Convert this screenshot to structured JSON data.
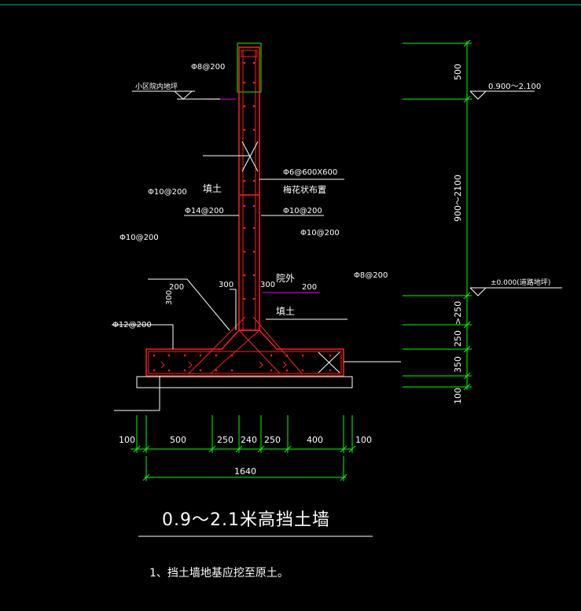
{
  "drawing": {
    "title": "0.9～2.1米高挡土墙",
    "note": "1、挡土墙地基应挖至原土。",
    "labels": {
      "top_rebar": "Φ8@200",
      "ground_inside": "小区院内地坪",
      "fill_left": "填土",
      "mesh": "Φ6@600X600",
      "mesh_note": "梅花状布置",
      "rebar_l1": "Φ10@200",
      "rebar_l2": "Φ14@200",
      "rebar_r1": "Φ10@200",
      "rebar_r2": "Φ10@200",
      "rebar_l3": "Φ10@200",
      "rebar_r3": "Φ8@200",
      "outside": "院外",
      "fill_right": "填土",
      "base_rebar": "Φ12@200",
      "haunch_200_l": "200",
      "haunch_300_l": "300",
      "haunch_300_v": "300",
      "haunch_300_r": "300",
      "haunch_200_r": "200"
    },
    "levels": {
      "top": "0.900～2.100",
      "road": "±0.000(道路地坪)"
    },
    "vertical_dims": [
      "500",
      "900～2100",
      ">250",
      "250",
      "350",
      "100"
    ],
    "horizontal_dims": [
      "100",
      "500",
      "250",
      "240",
      "250",
      "400",
      "100"
    ],
    "total_width": "1640"
  },
  "colors": {
    "background": "#000000",
    "concrete": "#ff2020",
    "dimension": "#00ff00",
    "leader": "#ffffff",
    "wall_outline": "#00ff00",
    "grade_mark": "#c000c0",
    "frame": "#00b0b0"
  }
}
